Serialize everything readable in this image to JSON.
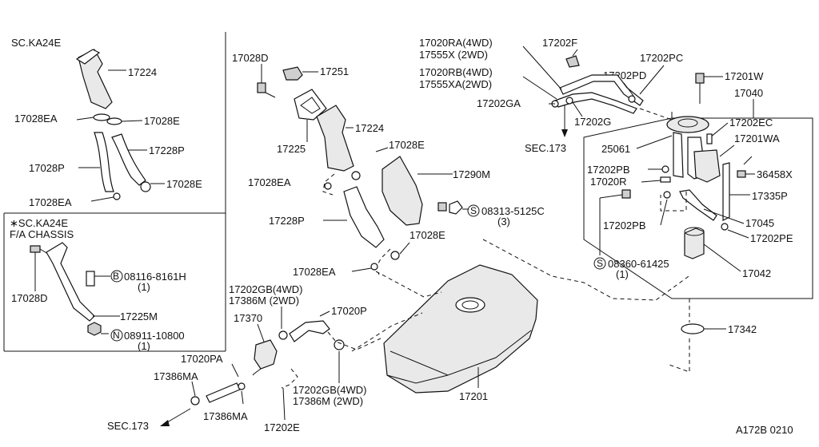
{
  "diagram": {
    "ref_code": "A172B 0210",
    "inset1": {
      "title": "SC.KA24E"
    },
    "inset2": {
      "title_line1": "∗SC.KA24E",
      "title_line2": "F/A CHASSIS"
    },
    "parts": {
      "p17224_a": "17224",
      "p17028EA_a": "17028EA",
      "p17028E_a": "17028E",
      "p17228P_a": "17228P",
      "p17028P": "17028P",
      "p17028E_b": "17028E",
      "p17028EA_b": "17028EA",
      "p17028D_a": "17028D",
      "p08116": "08116-8161H",
      "p08116_qty": "(1)",
      "p17225M": "17225M",
      "p08911": "08911-10800",
      "p08911_qty": "(1)",
      "p17028D_b": "17028D",
      "p17251": "17251",
      "p17224_b": "17224",
      "p17225": "17225",
      "p17028E_c": "17028E",
      "p17290M": "17290M",
      "p17028EA_c": "17028EA",
      "p08313": "08313-5125C",
      "p08313_qty": "(3)",
      "p17228P_b": "17228P",
      "p17028E_d": "17028E",
      "p17028EA_d": "17028EA",
      "p17202GB_4wd_a": "17202GB(4WD)",
      "p17386M_2wd_a": "17386M (2WD)",
      "p17370": "17370",
      "p17020P": "17020P",
      "p17020PA": "17020PA",
      "p17386MA_a": "17386MA",
      "p17386MA_b": "17386MA",
      "p17202GB_4wd_b": "17202GB(4WD)",
      "p17386M_2wd_b": "17386M (2WD)",
      "p17202E": "17202E",
      "p17201": "17201",
      "p17020RA": "17020RA(4WD)",
      "p17555X": "17555X (2WD)",
      "p17202F": "17202F",
      "p17020RB": "17020RB(4WD)",
      "p17555XA": "17555XA(2WD)",
      "p17202PC": "17202PC",
      "p17202PD": "17202PD",
      "p17201W": "17201W",
      "p17202GA": "17202GA",
      "p17202G": "17202G",
      "p17040": "17040",
      "p17202EC": "17202EC",
      "p25061": "25061",
      "p17201WA": "17201WA",
      "p17202PB_a": "17202PB",
      "p36458X": "36458X",
      "p17020R": "17020R",
      "p17335P": "17335P",
      "p17202PB_b": "17202PB",
      "p17045": "17045",
      "p17202PE": "17202PE",
      "p08360": "08360-61425",
      "p08360_qty": "(1)",
      "p17042": "17042",
      "p17342": "17342"
    },
    "sec_a": "SEC.173",
    "sec_b": "SEC.173",
    "markers": {
      "b": "B",
      "n": "N",
      "s1": "S",
      "s2": "S"
    }
  }
}
